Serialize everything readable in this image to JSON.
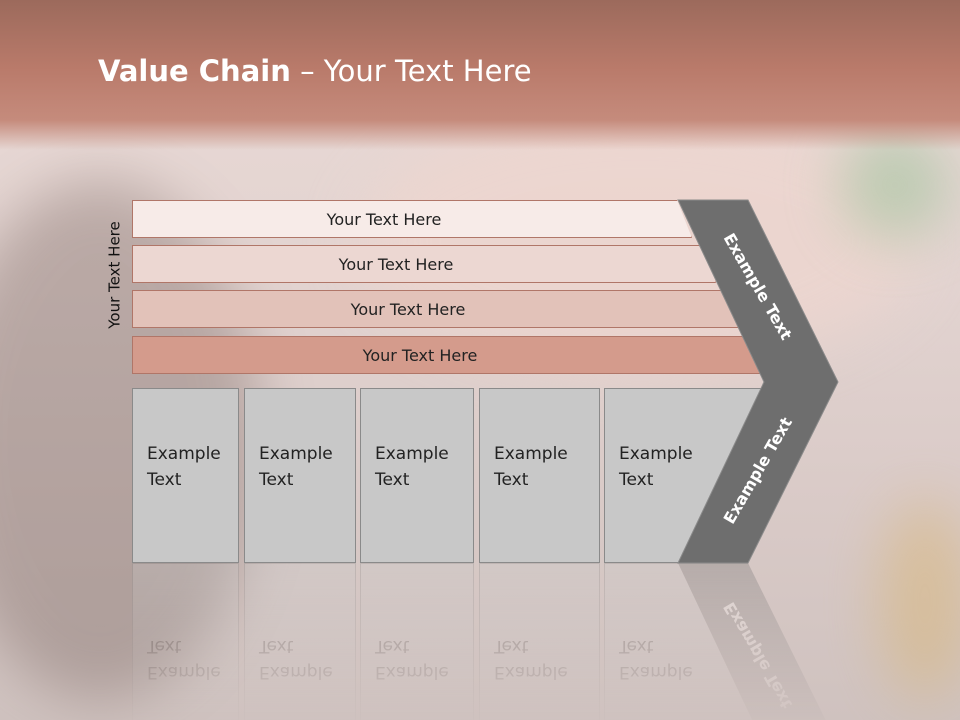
{
  "slide": {
    "title_bold": "Value Chain",
    "title_rest": " – Your Text Here",
    "vertical_label": "Your Text Here",
    "rows": [
      {
        "label": "Your Text Here"
      },
      {
        "label": "Your Text Here"
      },
      {
        "label": "Your Text Here"
      },
      {
        "label": "Your Text Here"
      }
    ],
    "boxes": [
      {
        "line1": "Example",
        "line2": "Text"
      },
      {
        "line1": "Example",
        "line2": "Text"
      },
      {
        "line1": "Example",
        "line2": "Text"
      },
      {
        "line1": "Example",
        "line2": "Text"
      },
      {
        "line1": "Example",
        "line2": "Text"
      }
    ],
    "chevron_top_label": "Example Text",
    "chevron_bottom_label": "Example Text"
  },
  "colors": {
    "header": "#b97a6a",
    "row1": "#f7ebe8",
    "row2": "#ecd7d2",
    "row3": "#e2c2b9",
    "row4": "#d49b8c",
    "box": "#c8c8c8",
    "chevron": "#6e6e6e"
  }
}
